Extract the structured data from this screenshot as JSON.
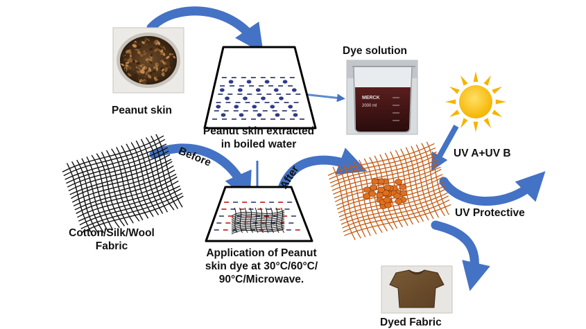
{
  "labels": {
    "peanut_skin": "Peanut skin",
    "extracted_line1": "Peanut skin extracted",
    "extracted_line2": "in boiled water",
    "dye_solution": "Dye solution",
    "beaker_brand": "MERCK",
    "beaker_volume": "2000 ml",
    "before": "Before",
    "after": "After",
    "fabric_line1": "Cotton/Silk/Wool",
    "fabric_line2": "Fabric",
    "application_line1": "Application of Peanut",
    "application_line2": "skin dye at 30°C/60°C/",
    "application_line3": "90°C/Microwave.",
    "uv": "UV A+UV B",
    "uv_protective": "UV Protective",
    "dyed_fabric": "Dyed Fabric"
  },
  "colors": {
    "arrow_fill": "#4472C4",
    "arrow_stroke": "#2F5597",
    "sun": "#F5B400",
    "dyed_fiber": "#C55A11",
    "dye_particle": "#1F2A5C",
    "dye_dash_red": "#C00000",
    "dye_liquid": "#4A1A1A",
    "fabric_fiber": "#111111"
  }
}
